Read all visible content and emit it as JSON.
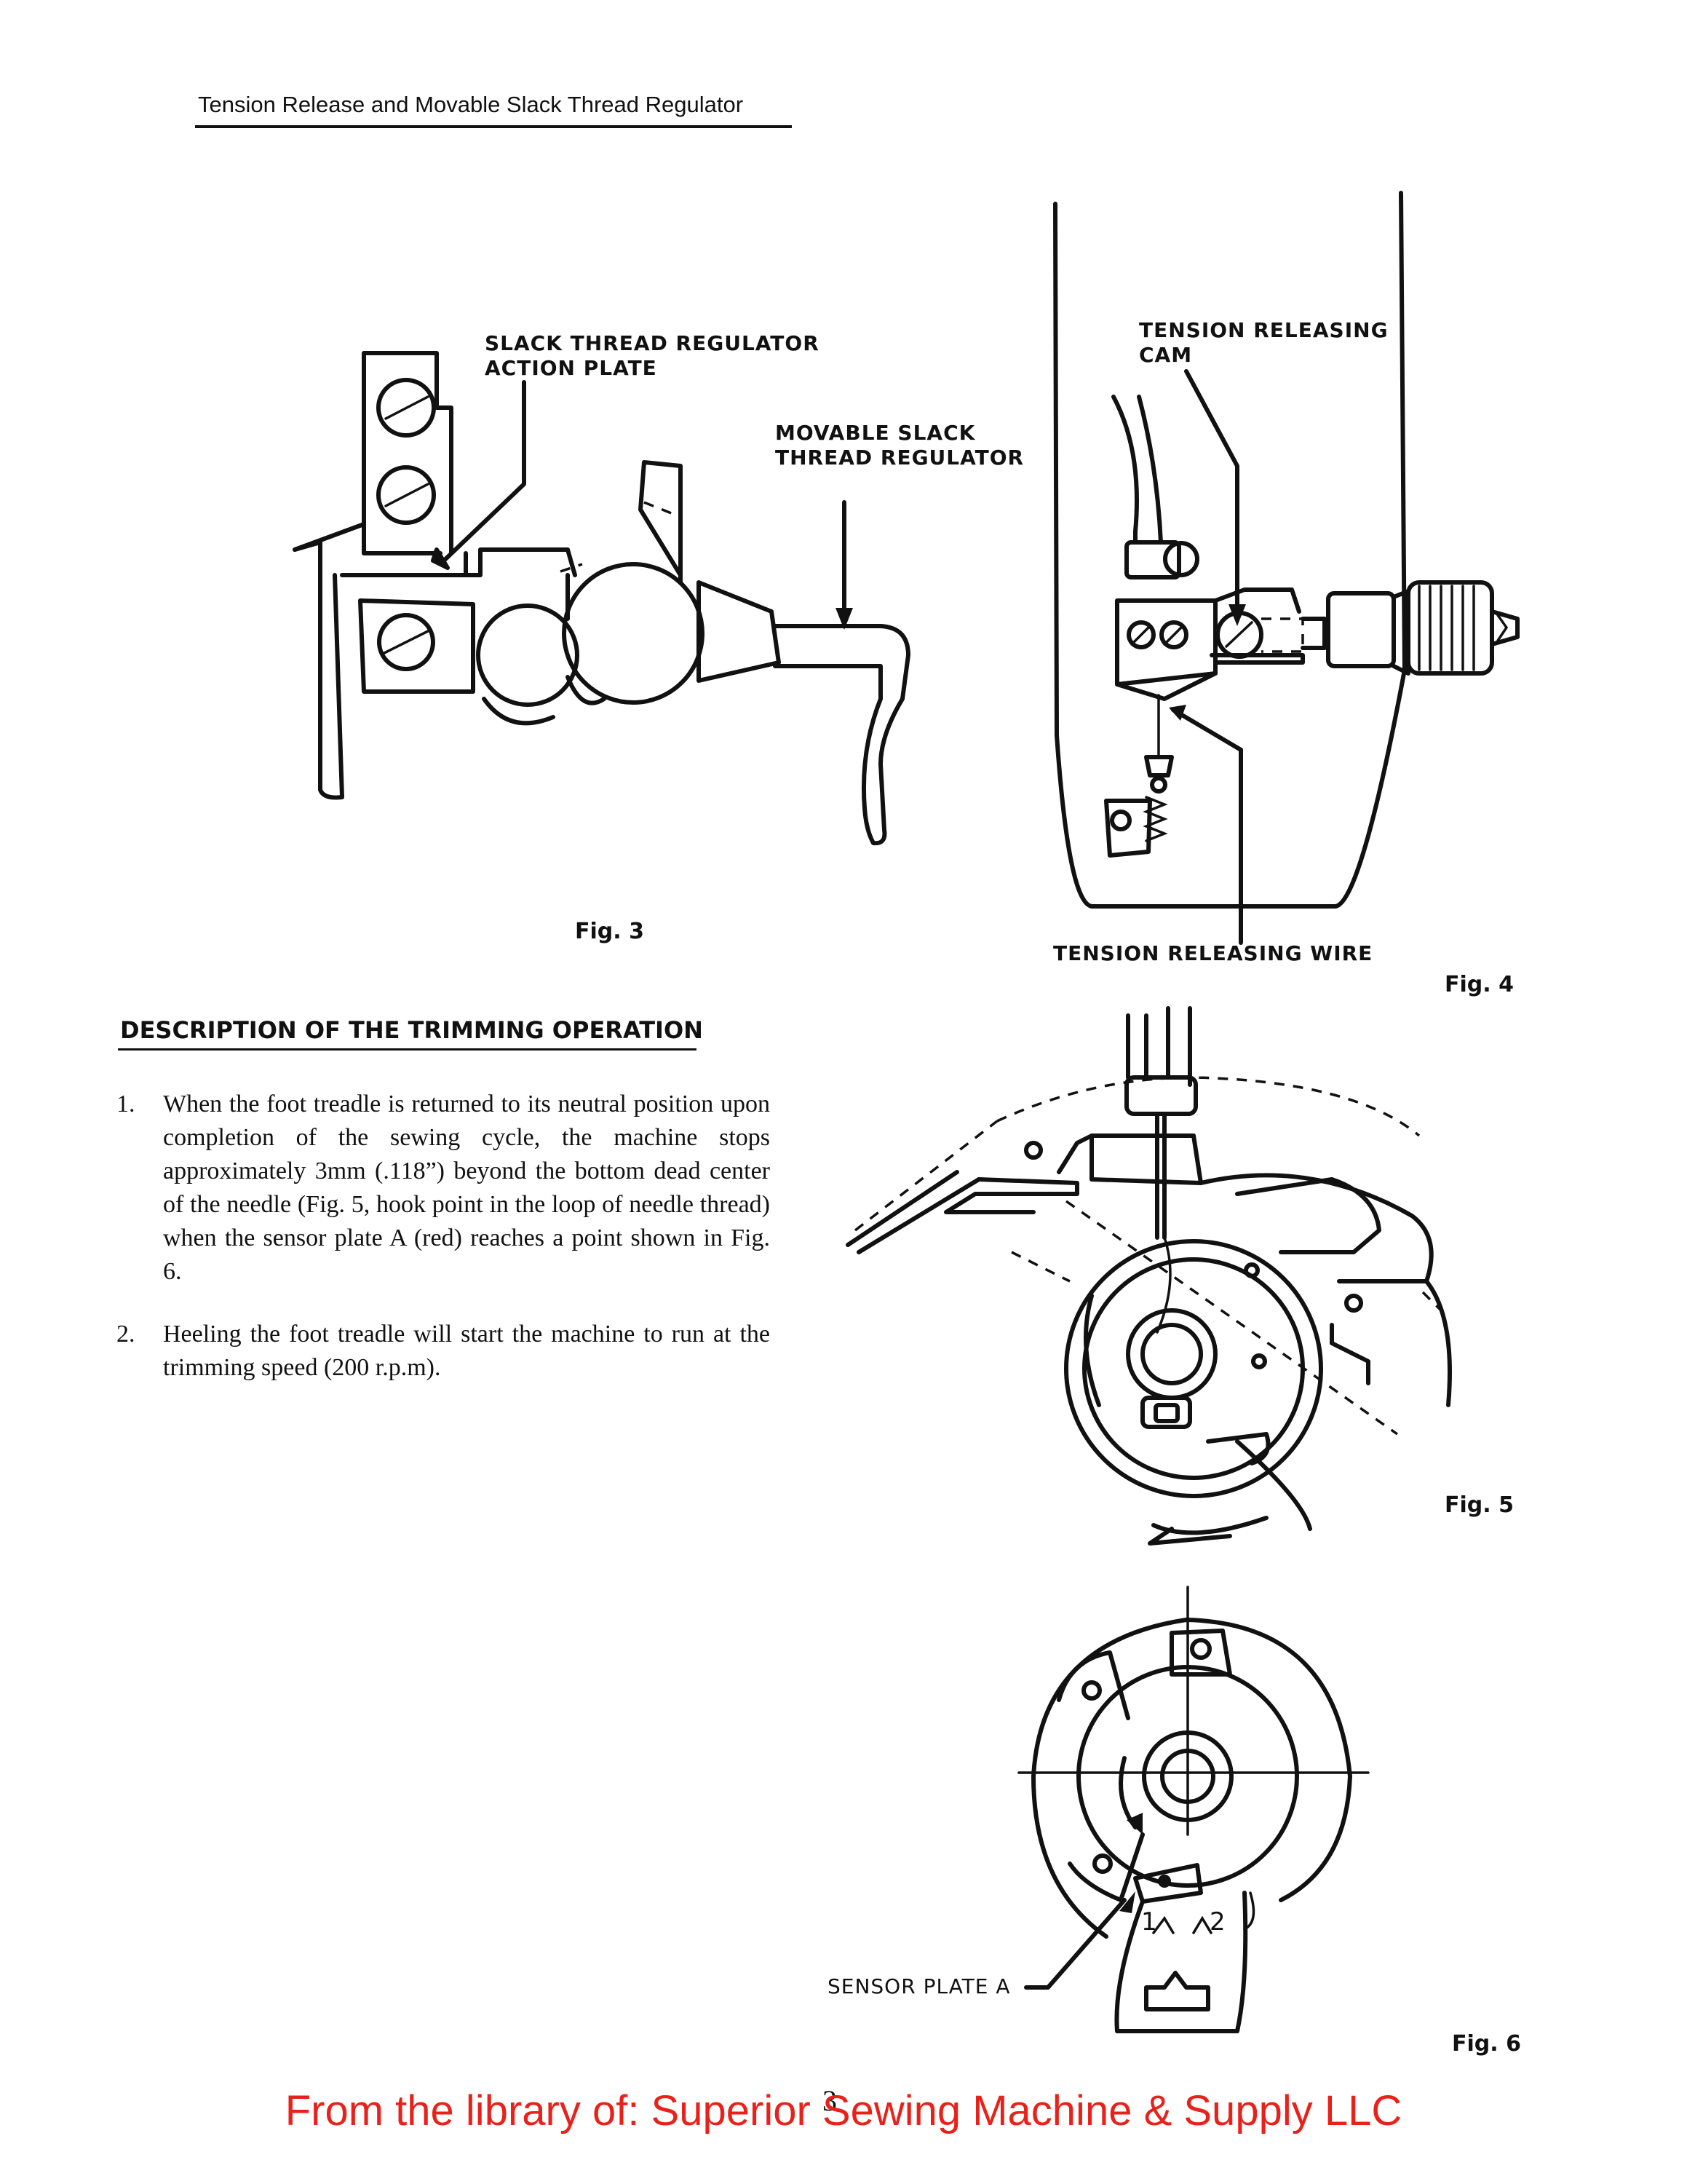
{
  "header": {
    "title": "Tension Release and Movable Slack Thread Regulator"
  },
  "fig3": {
    "caption": "Fig. 3",
    "labels": {
      "action_plate": "SLACK THREAD REGULATOR\nACTION PLATE",
      "movable_regulator": "MOVABLE SLACK\nTHREAD REGULATOR"
    }
  },
  "fig4": {
    "caption": "Fig. 4",
    "labels": {
      "cam": "TENSION RELEASING\nCAM",
      "wire": "TENSION RELEASING WIRE"
    }
  },
  "fig5": {
    "caption": "Fig. 5"
  },
  "fig6": {
    "caption": "Fig. 6",
    "labels": {
      "sensor": "SENSOR PLATE A",
      "mark1": "1",
      "mark2": "2"
    }
  },
  "section": {
    "heading": "DESCRIPTION OF THE TRIMMING OPERATION",
    "items": [
      {
        "number": "1.",
        "text": "When the foot treadle is returned to its neutral position upon completion of the sewing cycle, the machine stops approximately 3mm (.118”) beyond the bottom dead center of the needle (Fig. 5, hook point in the loop of needle thread) when the sensor plate A (red) reaches a point shown in Fig. 6."
      },
      {
        "number": "2.",
        "text": "Heeling the foot treadle will start the machine to run at the trimming speed (200 r.p.m)."
      }
    ]
  },
  "page_number": "3",
  "footer": {
    "text": "From the library of: Superior Sewing Machine & Supply LLC",
    "color": "#e8221b"
  }
}
